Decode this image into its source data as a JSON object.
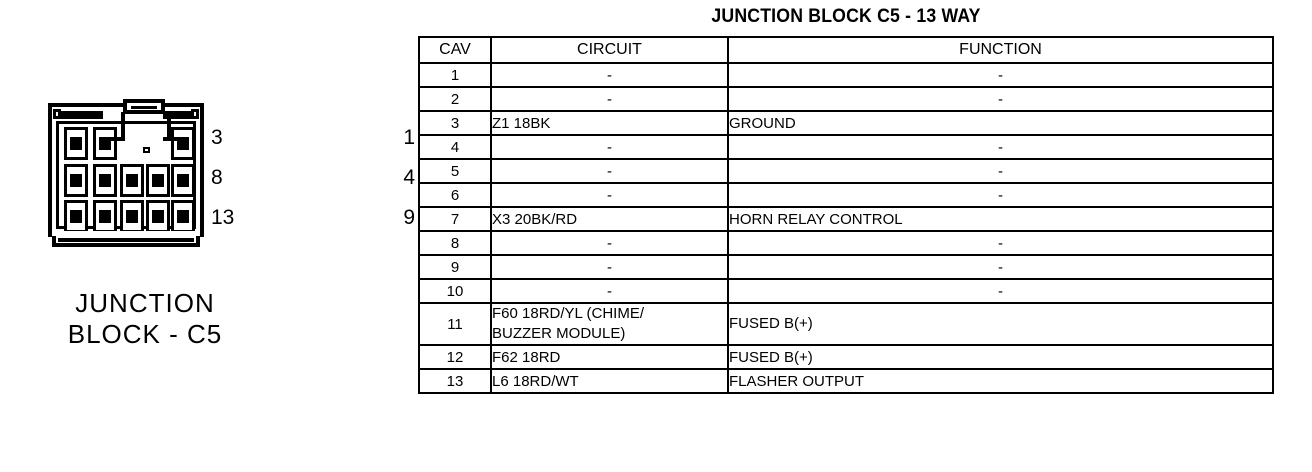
{
  "connector": {
    "caption_line1": "JUNCTION",
    "caption_line2": "BLOCK - C5",
    "pin_labels": {
      "row1_left": "1",
      "row1_right": "3",
      "row2_left": "4",
      "row2_right": "8",
      "row3_left": "9",
      "row3_right": "13"
    },
    "cavity_count": 13,
    "rows": [
      {
        "cavities_visible": 3,
        "note": "top row, latch tab between"
      },
      {
        "cavities_visible": 5,
        "note": "middle row"
      },
      {
        "cavities_visible": 5,
        "note": "bottom row"
      }
    ]
  },
  "table": {
    "title": "JUNCTION BLOCK C5 - 13 WAY",
    "headers": [
      "CAV",
      "CIRCUIT",
      "FUNCTION"
    ],
    "rows": [
      {
        "cav": "1",
        "circuit": "-",
        "function": "-",
        "tall": false
      },
      {
        "cav": "2",
        "circuit": "-",
        "function": "-",
        "tall": false
      },
      {
        "cav": "3",
        "circuit": "Z1 18BK",
        "function": "GROUND",
        "tall": false
      },
      {
        "cav": "4",
        "circuit": "-",
        "function": "-",
        "tall": false
      },
      {
        "cav": "5",
        "circuit": "-",
        "function": "-",
        "tall": false
      },
      {
        "cav": "6",
        "circuit": "-",
        "function": "-",
        "tall": false
      },
      {
        "cav": "7",
        "circuit": "X3 20BK/RD",
        "function": "HORN RELAY CONTROL",
        "tall": false
      },
      {
        "cav": "8",
        "circuit": "-",
        "function": "-",
        "tall": false
      },
      {
        "cav": "9",
        "circuit": "-",
        "function": "-",
        "tall": false
      },
      {
        "cav": "10",
        "circuit": "-",
        "function": "-",
        "tall": false
      },
      {
        "cav": "11",
        "circuit": "F60 18RD/YL (CHIME/\nBUZZER MODULE)",
        "function": "FUSED B(+)",
        "tall": true
      },
      {
        "cav": "12",
        "circuit": "F62 18RD",
        "function": "FUSED B(+)",
        "tall": false
      },
      {
        "cav": "13",
        "circuit": "L6 18RD/WT",
        "function": "FLASHER OUTPUT",
        "tall": false
      }
    ]
  },
  "colors": {
    "ink": "#000000",
    "paper": "#ffffff"
  }
}
